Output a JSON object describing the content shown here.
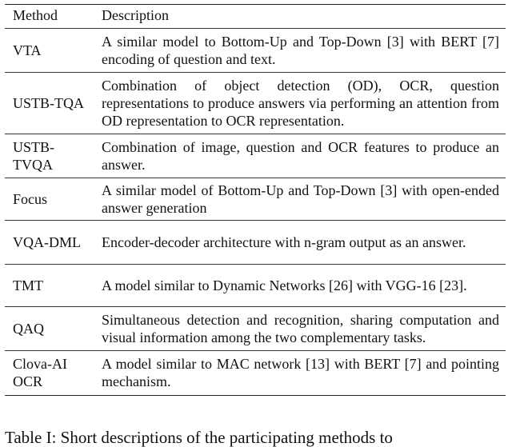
{
  "table": {
    "headers": [
      "Method",
      "Description"
    ],
    "rows": [
      {
        "method": "VTA",
        "description": "A similar model to Bottom-Up and Top-Down [3] with BERT [7] encoding of question and text."
      },
      {
        "method": "USTB-TQA",
        "description": "Combination of object detection (OD), OCR, question representations to produce answers via performing an attention from OD representation to OCR representation."
      },
      {
        "method": "USTB-TVQA",
        "description": "Combination of image, question and OCR features to produce an answer."
      },
      {
        "method": "Focus",
        "description": "A similar model of Bottom-Up and Top-Down [3] with open-ended answer generation"
      },
      {
        "method": "VQA-DML",
        "description": "Encoder-decoder architecture with n-gram output as an answer."
      },
      {
        "method": "TMT",
        "description": "A model similar to Dynamic Networks [26] with VGG-16 [23]."
      },
      {
        "method": "QAQ",
        "description": "Simultaneous detection and recognition, sharing computation and visual information among the two complementary tasks."
      },
      {
        "method": "Clova-AI OCR",
        "description": "A model similar to MAC network [13] with BERT [7] and pointing mechanism."
      }
    ]
  },
  "caption": "Table I: Short descriptions of the participating methods to"
}
